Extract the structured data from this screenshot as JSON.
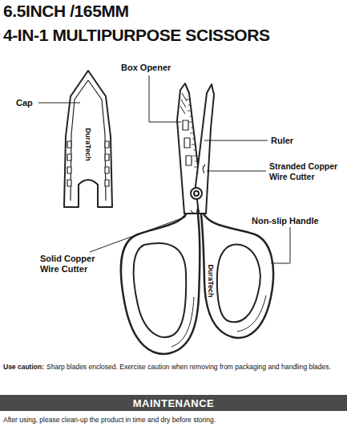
{
  "diagram": {
    "title": "6.5INCH /165MM",
    "nodes": [
      {
        "text": [
          "MAINTENANCE"
        ]
      }
    ],
    "labels": [
      "4-IN-1 MULTIPURPOSE SCISSORS",
      "Box Opener",
      "Cap",
      "DuraTech",
      "Ruler",
      "Stranded Copper Wire Cutter",
      "Non-slip Handle",
      "Solid Copper Wire Cutter",
      "DuraTech",
      "Use caution:",
      "Sharp blades enclosed. Exercise caution when removing from packaging and handling blades.",
      "After using, please clean-up the product in time and dry before storing."
    ]
  }
}
